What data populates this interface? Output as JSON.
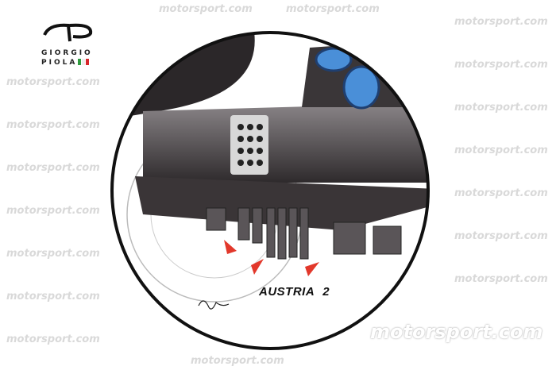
{
  "watermark": {
    "text": "motorsport.com"
  },
  "logo": {
    "line1": "GIORGIO",
    "line2": "PIOLA",
    "flag_colors": [
      "#2e9b3e",
      "#ffffff",
      "#d8262b"
    ]
  },
  "caption": "AUSTRIA 2",
  "brand_logo": "motorsport.com",
  "colors": {
    "arrow": "#e2382b",
    "highlight_blue": "#4a8fd8",
    "body_dark": "#4a4548"
  }
}
